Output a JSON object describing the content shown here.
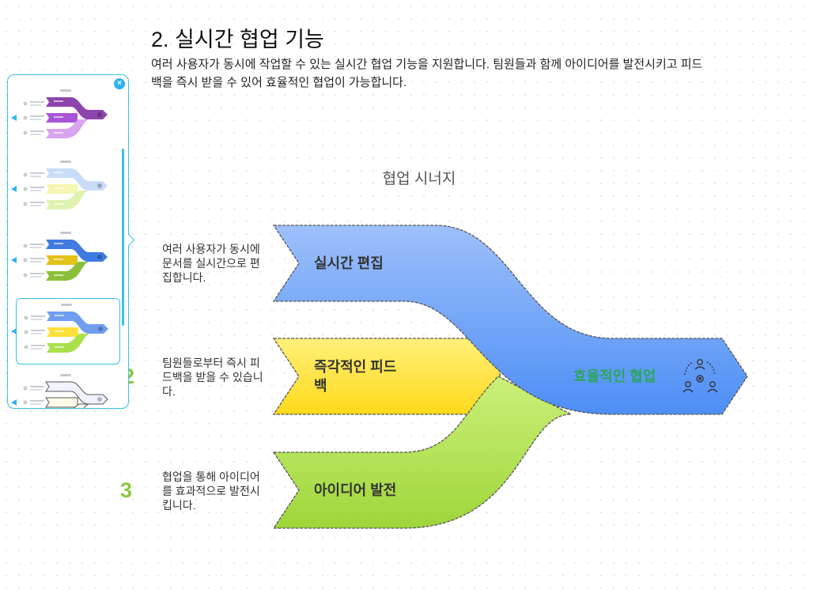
{
  "section": {
    "title": "2. 실시간 협업 기능",
    "description": "여러 사용자가 동시에 작업할 수 있는 실시간 협업 기능을 지원합니다. 팀원들과 함께 아이디어를 발전시키고 피드백을 즉시 받을 수 있어 효율적인 협업이 가능합니다."
  },
  "diagram": {
    "title": "협업 시너지",
    "steps": [
      {
        "number": "",
        "label": "실시간 편집",
        "description": "여러 사용자가 동시에 문서를 실시간으로 편집합니다.",
        "color": "#7fa8f5"
      },
      {
        "number": "2",
        "label_line1": "즉각적인 피드",
        "label_line2": "백",
        "description": "팀원들로부터 즉시 피드백을 받을 수 있습니다.",
        "color": "#ffe34d"
      },
      {
        "number": "3",
        "label": "아이디어 발전",
        "description": "협업을 통해 아이디어를 효과적으로 발전시킵니다.",
        "color": "#b5e356"
      }
    ],
    "outcome": {
      "label": "효율적인 협업",
      "icon": "team-collaboration-icon",
      "color": "#4d8ef5"
    }
  },
  "template_panel": {
    "close_icon": "close-icon",
    "thumbnails": [
      {
        "name": "purple",
        "colors": [
          "#8e44ad",
          "#a855d8",
          "#d9a4f0"
        ],
        "selected": false
      },
      {
        "name": "pastel",
        "colors": [
          "#c9dcf7",
          "#f5f6b0",
          "#dff3b0"
        ],
        "selected": false
      },
      {
        "name": "blue-yellow-green",
        "colors": [
          "#3f7be0",
          "#e3c21a",
          "#8bbf3a"
        ],
        "selected": false
      },
      {
        "name": "light-blue-yellow-green",
        "colors": [
          "#6f9df0",
          "#ffe03a",
          "#a8e04a"
        ],
        "selected": true
      },
      {
        "name": "outline",
        "colors": [
          "#eef2fb",
          "#fdfbe8",
          "#f3f8e8"
        ],
        "selected": false
      }
    ]
  }
}
